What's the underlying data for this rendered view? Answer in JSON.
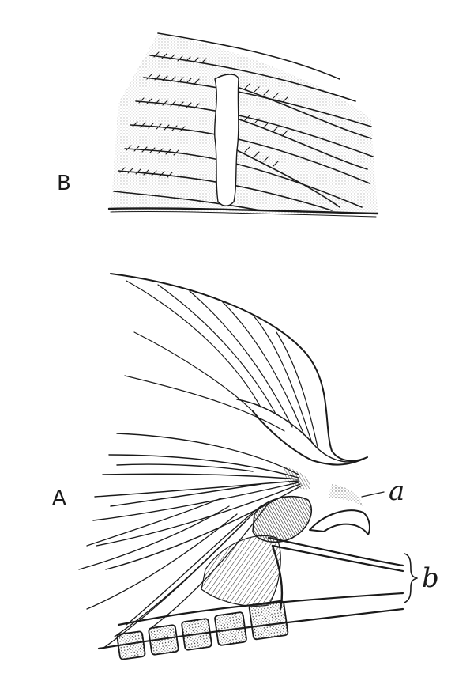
{
  "figure": {
    "panel_b_label": "B",
    "panel_a_label": "A",
    "callout_a": "a",
    "callout_b": "b"
  },
  "colors": {
    "ink": "#1a1a1a",
    "paper": "#ffffff",
    "shade": "#5a5a5a"
  }
}
